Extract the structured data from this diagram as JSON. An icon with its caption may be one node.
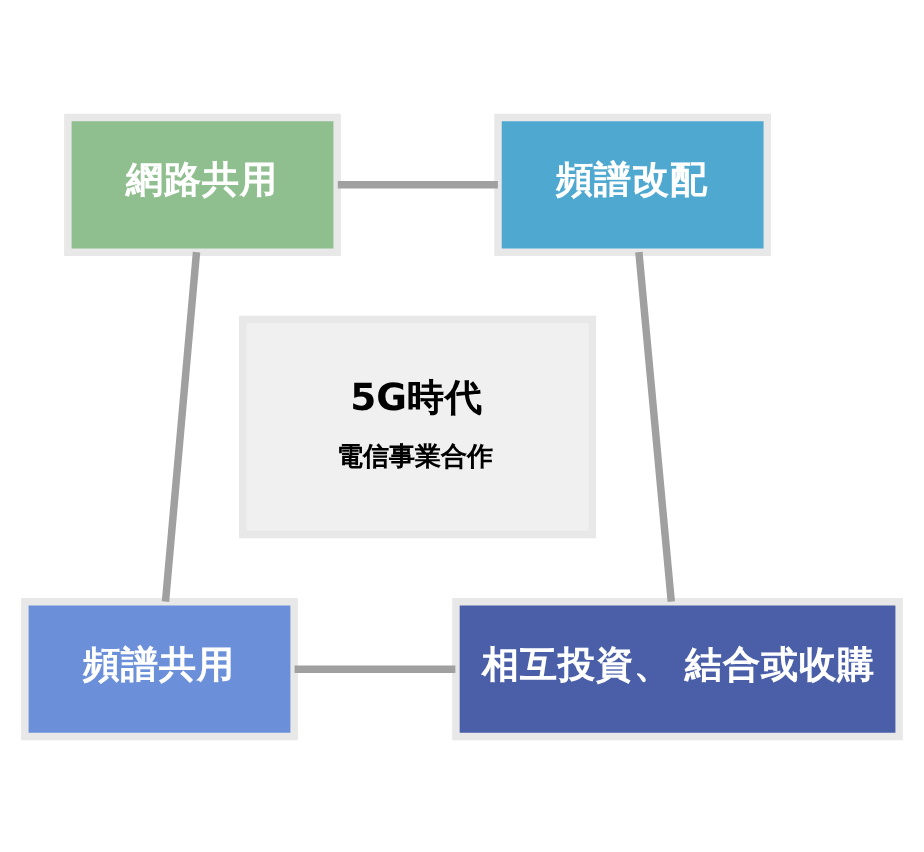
{
  "diagram": {
    "nodes": [
      {
        "text": [
          "網路共用"
        ]
      },
      {
        "text": [
          "頻譜改配"
        ]
      },
      {
        "text": [
          "5G時代",
          "電信事業合作"
        ]
      },
      {
        "text": [
          "頻譜共用"
        ]
      },
      {
        "text": [
          "相互投資、 結合或收購"
        ]
      }
    ],
    "edges": [
      {
        "from": 0,
        "to": 1,
        "arrow": "none"
      },
      {
        "from": 0,
        "to": 3,
        "arrow": "none"
      },
      {
        "from": 1,
        "to": 4,
        "arrow": "none"
      },
      {
        "from": 3,
        "to": 4,
        "arrow": "none"
      }
    ]
  }
}
